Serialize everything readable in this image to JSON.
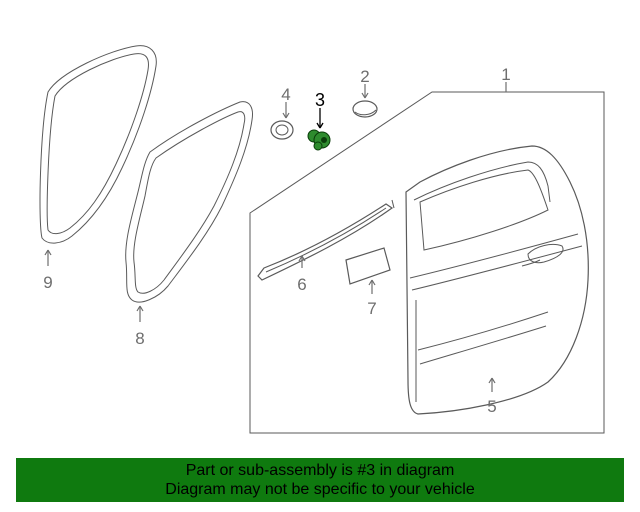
{
  "callouts": {
    "c1": "1",
    "c2": "2",
    "c3": "3",
    "c4": "4",
    "c5": "5",
    "c6": "6",
    "c7": "7",
    "c8": "8",
    "c9": "9"
  },
  "highlight_color": "#2e8b2e",
  "banner": {
    "line1": "Part or sub-assembly is #3 in diagram",
    "line2": "Diagram may not be specific to your vehicle",
    "color": "#0f7a0f"
  }
}
